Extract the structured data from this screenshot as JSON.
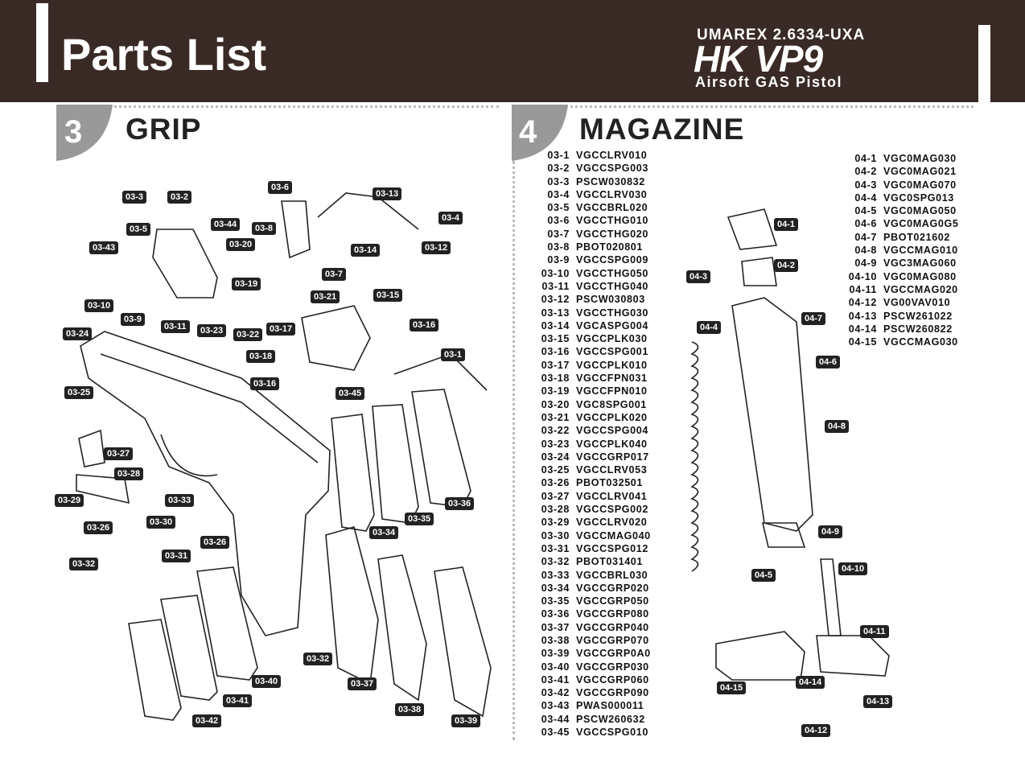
{
  "header": {
    "title": "Parts List",
    "brand_model": "UMAREX 2.6334-UXA",
    "brand_name": "HK VP9",
    "brand_subtitle": "Airsoft GAS Pistol"
  },
  "sections": {
    "grip": {
      "number": "3",
      "title": "GRIP"
    },
    "magazine": {
      "number": "4",
      "title": "MAGAZINE"
    }
  },
  "grip_parts": [
    {
      "num": "03-1",
      "code": "VGCCLRV010"
    },
    {
      "num": "03-2",
      "code": "VGCCSPG003"
    },
    {
      "num": "03-3",
      "code": "PSCW030832"
    },
    {
      "num": "03-4",
      "code": "VGCCLRV030"
    },
    {
      "num": "03-5",
      "code": "VGCCBRL020"
    },
    {
      "num": "03-6",
      "code": "VGCCTHG010"
    },
    {
      "num": "03-7",
      "code": "VGCCTHG020"
    },
    {
      "num": "03-8",
      "code": "PBOT020801"
    },
    {
      "num": "03-9",
      "code": "VGCCSPG009"
    },
    {
      "num": "03-10",
      "code": "VGCCTHG050"
    },
    {
      "num": "03-11",
      "code": "VGCCTHG040"
    },
    {
      "num": "03-12",
      "code": "PSCW030803"
    },
    {
      "num": "03-13",
      "code": "VGCCTHG030"
    },
    {
      "num": "03-14",
      "code": "VGCASPG004"
    },
    {
      "num": "03-15",
      "code": "VGCCPLK030"
    },
    {
      "num": "03-16",
      "code": "VGCCSPG001"
    },
    {
      "num": "03-17",
      "code": "VGCCPLK010"
    },
    {
      "num": "03-18",
      "code": "VGCCFPN031"
    },
    {
      "num": "03-19",
      "code": "VGCCFPN010"
    },
    {
      "num": "03-20",
      "code": "VGC8SPG001"
    },
    {
      "num": "03-21",
      "code": "VGCCPLK020"
    },
    {
      "num": "03-22",
      "code": "VGCCSPG004"
    },
    {
      "num": "03-23",
      "code": "VGCCPLK040"
    },
    {
      "num": "03-24",
      "code": "VGCCGRP017"
    },
    {
      "num": "03-25",
      "code": "VGCCLRV053"
    },
    {
      "num": "03-26",
      "code": "PBOT032501"
    },
    {
      "num": "03-27",
      "code": "VGCCLRV041"
    },
    {
      "num": "03-28",
      "code": "VGCCSPG002"
    },
    {
      "num": "03-29",
      "code": "VGCCLRV020"
    },
    {
      "num": "03-30",
      "code": "VGCCMAG040"
    },
    {
      "num": "03-31",
      "code": "VGCCSPG012"
    },
    {
      "num": "03-32",
      "code": "PBOT031401"
    },
    {
      "num": "03-33",
      "code": "VGCCBRL030"
    },
    {
      "num": "03-34",
      "code": "VGCCGRP020"
    },
    {
      "num": "03-35",
      "code": "VGCCGRP050"
    },
    {
      "num": "03-36",
      "code": "VGCCGRP080"
    },
    {
      "num": "03-37",
      "code": "VGCCGRP040"
    },
    {
      "num": "03-38",
      "code": "VGCCGRP070"
    },
    {
      "num": "03-39",
      "code": "VGCCGRP0A0"
    },
    {
      "num": "03-40",
      "code": "VGCCGRP030"
    },
    {
      "num": "03-41",
      "code": "VGCCGRP060"
    },
    {
      "num": "03-42",
      "code": "VGCCGRP090"
    },
    {
      "num": "03-43",
      "code": "PWAS000011"
    },
    {
      "num": "03-44",
      "code": "PSCW260632"
    },
    {
      "num": "03-45",
      "code": "VGCCSPG010"
    }
  ],
  "magazine_parts": [
    {
      "num": "04-1",
      "code": "VGC0MAG030"
    },
    {
      "num": "04-2",
      "code": "VGC0MAG021"
    },
    {
      "num": "04-3",
      "code": "VGC0MAG070"
    },
    {
      "num": "04-4",
      "code": "VGC0SPG013"
    },
    {
      "num": "04-5",
      "code": "VGC0MAG050"
    },
    {
      "num": "04-6",
      "code": "VGC0MAG0G5"
    },
    {
      "num": "04-7",
      "code": "PBOT021602"
    },
    {
      "num": "04-8",
      "code": "VGCCMAG010"
    },
    {
      "num": "04-9",
      "code": "VGC3MAG060"
    },
    {
      "num": "04-10",
      "code": "VGC0MAG080"
    },
    {
      "num": "04-11",
      "code": "VGCCMAG020"
    },
    {
      "num": "04-12",
      "code": "VG00VAV010"
    },
    {
      "num": "04-13",
      "code": "PSCW261022"
    },
    {
      "num": "04-14",
      "code": "PSCW260822"
    },
    {
      "num": "04-15",
      "code": "VGCCMAG030"
    }
  ],
  "grip_callouts": [
    "03-3",
    "03-2",
    "03-44",
    "03-6",
    "03-13",
    "03-4",
    "03-5",
    "03-8",
    "03-20",
    "03-14",
    "03-12",
    "03-43",
    "03-19",
    "03-7",
    "03-10",
    "03-9",
    "03-11",
    "03-23",
    "03-22",
    "03-21",
    "03-15",
    "03-17",
    "03-16",
    "03-18",
    "03-16",
    "03-45",
    "03-1",
    "03-24",
    "03-25",
    "03-27",
    "03-28",
    "03-29",
    "03-33",
    "03-30",
    "03-26",
    "03-26",
    "03-31",
    "03-32",
    "03-34",
    "03-35",
    "03-36",
    "03-32",
    "03-40",
    "03-41",
    "03-42",
    "03-37",
    "03-38",
    "03-39"
  ],
  "magazine_callouts": [
    "04-1",
    "04-2",
    "04-3",
    "04-4",
    "04-7",
    "04-6",
    "04-8",
    "04-9",
    "04-5",
    "04-10",
    "04-11",
    "04-15",
    "04-14",
    "04-13",
    "04-12"
  ]
}
